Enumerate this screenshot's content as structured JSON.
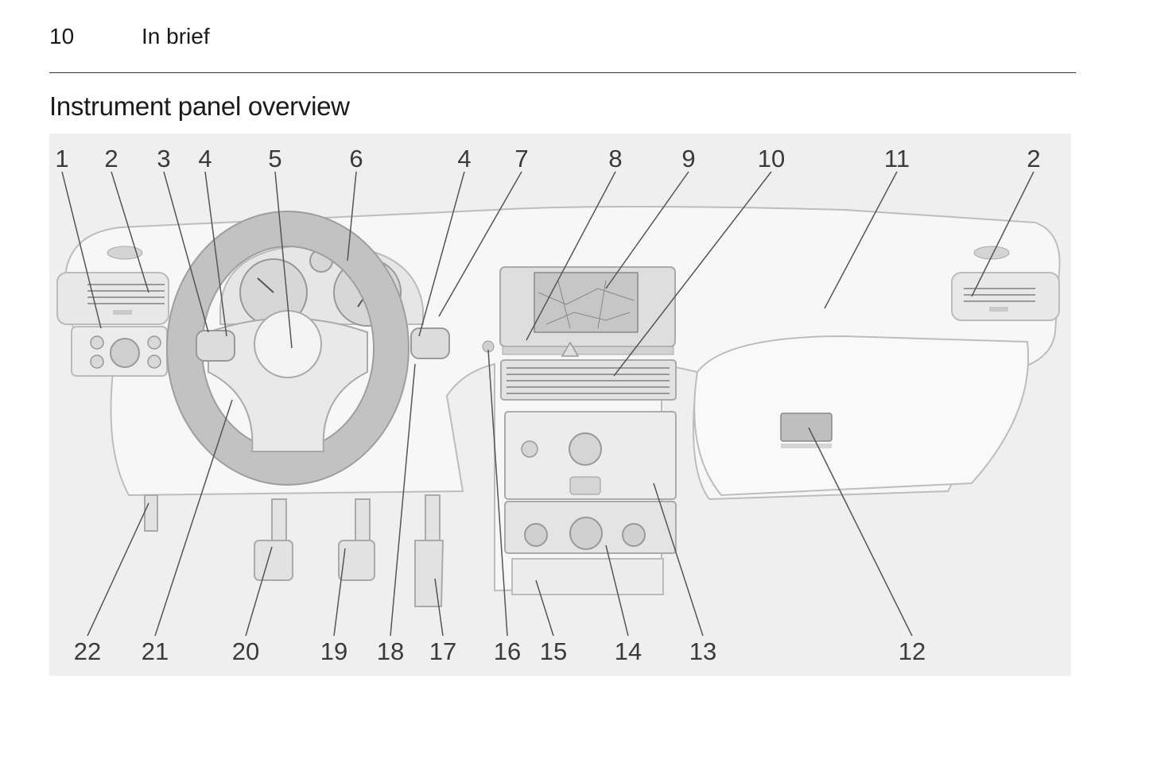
{
  "header": {
    "page_number": "10",
    "section": "In brief"
  },
  "title": "Instrument panel overview",
  "figure": {
    "callouts_top": [
      "1",
      "2",
      "3",
      "4",
      "5",
      "6",
      "4",
      "7",
      "8",
      "9",
      "10",
      "11",
      "2"
    ],
    "callouts_bottom": [
      "22",
      "21",
      "20",
      "19",
      "18",
      "17",
      "16",
      "15",
      "14",
      "13",
      "12"
    ],
    "colors": {
      "background": "#eeeeee",
      "panel": "#f6f6f6",
      "stroke": "#b9b9b9",
      "leader": "#555555"
    }
  }
}
